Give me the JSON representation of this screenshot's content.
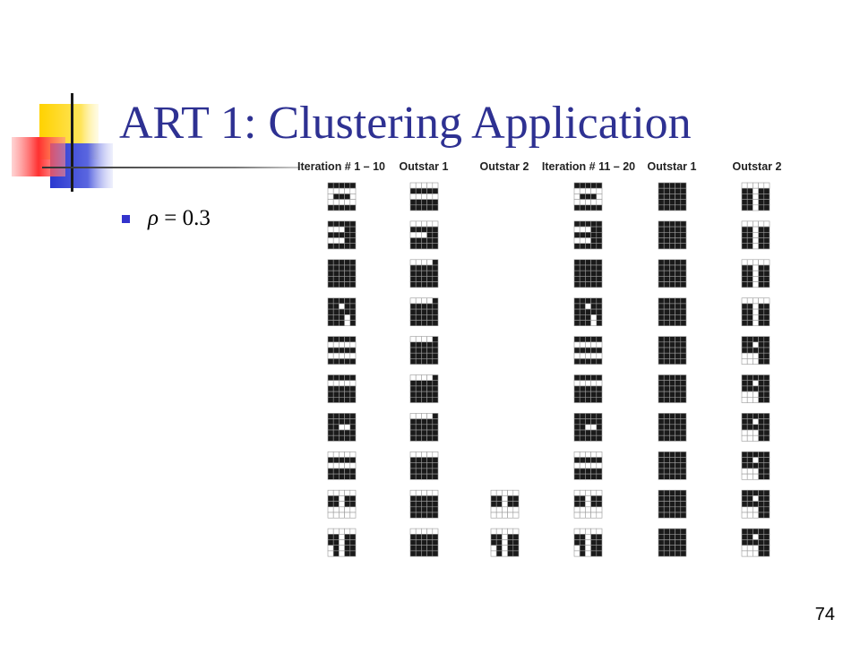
{
  "slide": {
    "title": "ART 1: Clustering Application",
    "bullet": {
      "symbol": "ρ",
      "text": " = 0.3"
    },
    "page_number": "74"
  },
  "colors": {
    "title": "#2E3192",
    "bullet": "#3333CC",
    "cell_on": "#1a1a1a",
    "cell_grid": "#9a9a9a"
  },
  "figure": {
    "headers": [
      "Iteration # 1 – 10",
      "Outstar 1",
      "Outstar 2",
      "Iteration # 11 – 20",
      "Outstar 1",
      "Outstar 2"
    ],
    "columns": [
      [
        [
          "11111",
          "00000",
          "01110",
          "00000",
          "11111"
        ],
        [
          "11111",
          "00011",
          "11111",
          "00011",
          "11111"
        ],
        [
          "11111",
          "11111",
          "11111",
          "11111",
          "11111"
        ],
        [
          "11111",
          "11011",
          "11111",
          "11101",
          "11101"
        ],
        [
          "11111",
          "00000",
          "11111",
          "00000",
          "11111"
        ],
        [
          "11111",
          "00000",
          "11111",
          "11111",
          "11111"
        ],
        [
          "11111",
          "11111",
          "11001",
          "11111",
          "11111"
        ],
        [
          "00000",
          "11111",
          "00000",
          "11111",
          "11111"
        ],
        [
          "00000",
          "11011",
          "11011",
          "00000",
          "00000"
        ],
        [
          "00000",
          "11011",
          "11011",
          "01011",
          "01011"
        ]
      ],
      [
        [
          "00000",
          "11111",
          "00000",
          "11111",
          "11111"
        ],
        [
          "00000",
          "11111",
          "00011",
          "11111",
          "11111"
        ],
        [
          "00001",
          "11111",
          "11111",
          "11111",
          "11111"
        ],
        [
          "00001",
          "11111",
          "11111",
          "11111",
          "11111"
        ],
        [
          "00001",
          "11111",
          "11111",
          "11111",
          "11111"
        ],
        [
          "00001",
          "11111",
          "11111",
          "11111",
          "11111"
        ],
        [
          "00001",
          "11111",
          "11111",
          "11111",
          "11111"
        ],
        [
          "00000",
          "11111",
          "11111",
          "11111",
          "11111"
        ],
        [
          "00000",
          "11111",
          "11111",
          "11111",
          "11111"
        ],
        [
          "00000",
          "11111",
          "11111",
          "11111",
          "11111"
        ]
      ],
      [
        null,
        null,
        null,
        null,
        null,
        null,
        null,
        null,
        [
          "00000",
          "11011",
          "11011",
          "00000",
          "00000"
        ],
        [
          "00000",
          "11011",
          "11011",
          "01011",
          "01011"
        ]
      ],
      [
        [
          "11111",
          "00000",
          "01110",
          "00000",
          "11111"
        ],
        [
          "11111",
          "00011",
          "11111",
          "00011",
          "11111"
        ],
        [
          "11111",
          "11111",
          "11111",
          "11111",
          "11111"
        ],
        [
          "11111",
          "11011",
          "11111",
          "11101",
          "11101"
        ],
        [
          "11111",
          "00000",
          "11111",
          "00000",
          "11111"
        ],
        [
          "11111",
          "00000",
          "11111",
          "11111",
          "11111"
        ],
        [
          "11111",
          "11111",
          "11001",
          "11111",
          "11111"
        ],
        [
          "00000",
          "11111",
          "00000",
          "11111",
          "11111"
        ],
        [
          "00000",
          "11011",
          "11011",
          "00000",
          "00000"
        ],
        [
          "00000",
          "11011",
          "11011",
          "01011",
          "01011"
        ]
      ],
      [
        [
          "11111",
          "11111",
          "11111",
          "11111",
          "11111"
        ],
        [
          "11111",
          "11111",
          "11111",
          "11111",
          "11111"
        ],
        [
          "11111",
          "11111",
          "11111",
          "11111",
          "11111"
        ],
        [
          "11111",
          "11111",
          "11111",
          "11111",
          "11111"
        ],
        [
          "11111",
          "11111",
          "11111",
          "11111",
          "11111"
        ],
        [
          "11111",
          "11111",
          "11111",
          "11111",
          "11111"
        ],
        [
          "11111",
          "11111",
          "11111",
          "11111",
          "11111"
        ],
        [
          "11111",
          "11111",
          "11111",
          "11111",
          "11111"
        ],
        [
          "11111",
          "11111",
          "11111",
          "11111",
          "11111"
        ],
        [
          "11111",
          "11111",
          "11111",
          "11111",
          "11111"
        ]
      ],
      [
        [
          "00000",
          "11011",
          "11011",
          "11011",
          "11011"
        ],
        [
          "00000",
          "11011",
          "11011",
          "11011",
          "11011"
        ],
        [
          "00000",
          "11011",
          "11011",
          "11011",
          "11011"
        ],
        [
          "00000",
          "11011",
          "11011",
          "11011",
          "11011"
        ],
        [
          "11111",
          "11011",
          "11111",
          "00011",
          "00011"
        ],
        [
          "11111",
          "11011",
          "11111",
          "00011",
          "00011"
        ],
        [
          "11111",
          "11011",
          "11111",
          "00011",
          "00011"
        ],
        [
          "11111",
          "11011",
          "11111",
          "00011",
          "00011"
        ],
        [
          "11111",
          "11011",
          "11111",
          "00011",
          "00011"
        ],
        [
          "11111",
          "11011",
          "11111",
          "00011",
          "00011"
        ]
      ]
    ]
  }
}
